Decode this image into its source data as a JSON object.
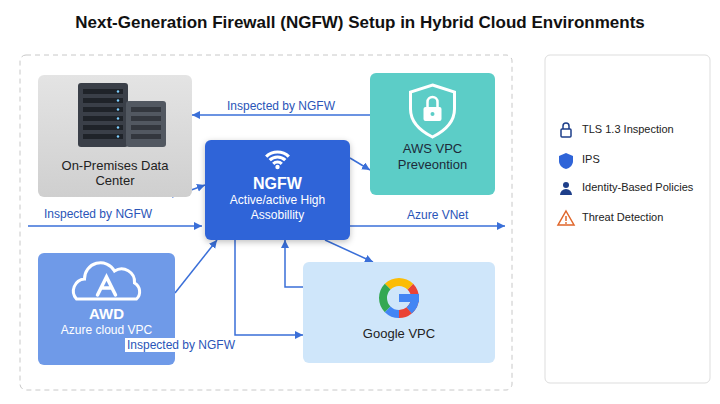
{
  "diagram": {
    "title": "Next-Generation Firewall (NGFW) Setup in Hybrid Cloud Environments",
    "nodes": [
      {
        "text": [
          "On-Premises Data Center"
        ]
      },
      {
        "text": [
          "NGFW",
          "Active/active High Assobillity"
        ]
      },
      {
        "text": [
          "AWS VPC Preveontion"
        ]
      },
      {
        "text": [
          "AWD",
          "Azure cloud VPC"
        ]
      },
      {
        "text": [
          "Google VPC"
        ]
      }
    ],
    "edges": [
      {
        "from": 2,
        "to": 0,
        "label": "Inspected by NGFW",
        "arrow": "to"
      },
      {
        "from": 0,
        "to": 1,
        "arrow": "to"
      },
      {
        "from": 1,
        "to": 2,
        "arrow": "to"
      },
      {
        "from": 3,
        "to": 1,
        "arrow": "to"
      },
      {
        "from": 1,
        "to": 4,
        "arrow": "to"
      },
      {
        "from": 4,
        "to": 1,
        "arrow": "to"
      },
      {
        "from": 1,
        "to": 4,
        "label": "Inspected by NGFW",
        "arrow": "to"
      }
    ],
    "labels": [
      "Inspected by NGFW",
      "Azure VNet"
    ],
    "legend": [
      {
        "text": "TLS 1.3 Inspection"
      },
      {
        "text": "IPS"
      },
      {
        "text": "Identity-Based Policies"
      },
      {
        "text": "Threat Detection"
      }
    ]
  }
}
